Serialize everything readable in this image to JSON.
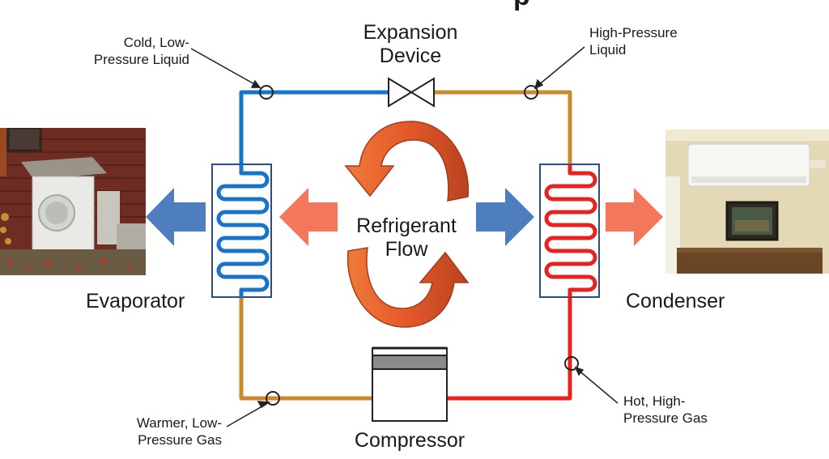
{
  "diagram": {
    "title_fragment": "p",
    "components": {
      "expansion_device": [
        "Expansion",
        "Device"
      ],
      "evaporator": "Evaporator",
      "condenser": "Condenser",
      "compressor": "Compressor",
      "refrigerant_flow": [
        "Refrigerant",
        "Flow"
      ]
    },
    "states": {
      "top_left": [
        "Cold, Low-",
        "Pressure Liquid"
      ],
      "top_right": [
        "High-Pressure",
        "Liquid"
      ],
      "bottom_left": [
        "Warmer, Low-",
        "Pressure Gas"
      ],
      "bottom_right": [
        "Hot, High-",
        "Pressure Gas"
      ]
    },
    "photos": {
      "outdoor_unit": "outdoor-heat-pump-unit",
      "indoor_unit": "indoor-wall-mounted-unit"
    },
    "colors": {
      "cold_pipe": "#1874c8",
      "warm_pipe": "#c98b2c",
      "hot_pipe": "#e8231d",
      "blue_arrow": "#4f7ec0",
      "salmon_arrow": "#f4775b",
      "flow_arrow": "#e8622f"
    }
  }
}
